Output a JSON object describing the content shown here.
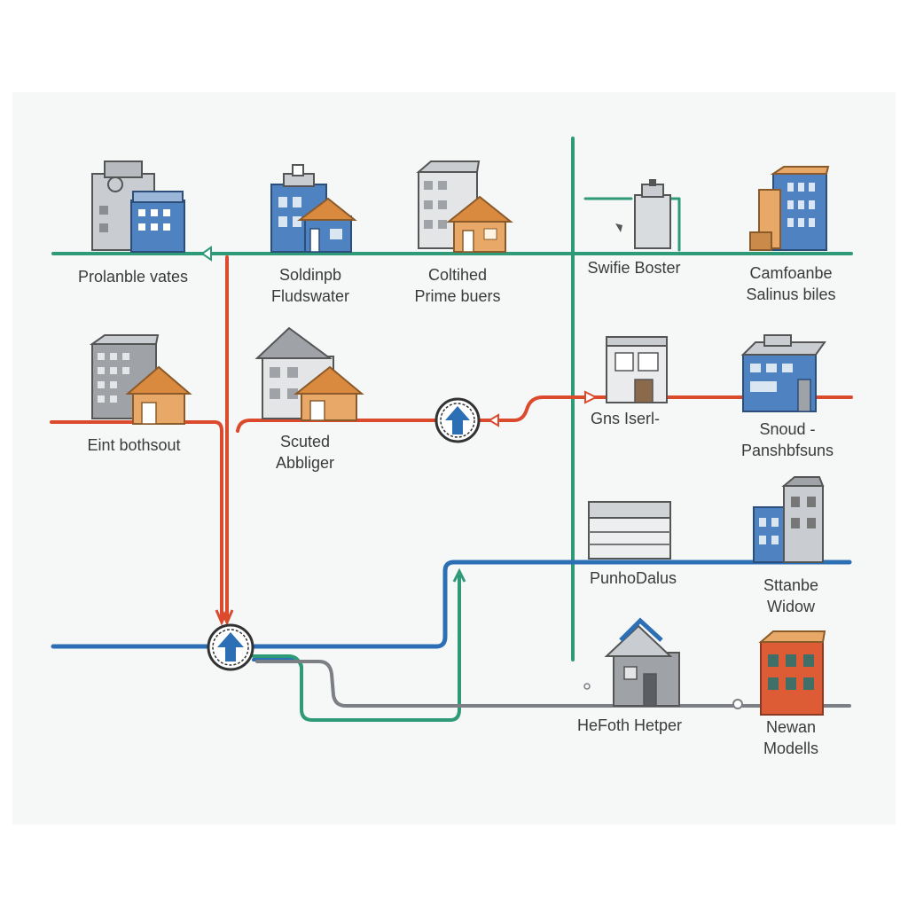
{
  "colors": {
    "green": "#2e9a78",
    "red": "#dc4a2d",
    "blue": "#2d6fb5",
    "gray": "#7c7f83",
    "building_gray": "#c9ccd0",
    "building_blue": "#4f82c1",
    "house_orange": "#e8a868",
    "roof_orange": "#d98a3f",
    "brick_red": "#dd5b35"
  },
  "nodes": [
    {
      "id": "n1",
      "lines": [
        "Prolanble vates"
      ],
      "icon": "office-with-blue-building-icon"
    },
    {
      "id": "n2",
      "lines": [
        "Soldinpb",
        "Fludswater"
      ],
      "icon": "blue-house-icon"
    },
    {
      "id": "n3",
      "lines": [
        "Coltihed",
        "Prime buers"
      ],
      "icon": "gray-building-with-house-icon"
    },
    {
      "id": "n4",
      "lines": [
        "Swifie Boster"
      ],
      "icon": "tank-station-icon"
    },
    {
      "id": "n5",
      "lines": [
        "Camfoanbe",
        "Salinus biles"
      ],
      "icon": "orange-blue-tower-icon"
    },
    {
      "id": "n6",
      "lines": [
        "Eint bothsout"
      ],
      "icon": "office-with-house-icon"
    },
    {
      "id": "n7",
      "lines": [
        "Scuted",
        "Abbliger"
      ],
      "icon": "gray-house-icon"
    },
    {
      "id": "n8",
      "lines": [
        "Gns Iserl-"
      ],
      "icon": "small-shop-icon"
    },
    {
      "id": "n9",
      "lines": [
        "Snoud -",
        "Panshbfsuns"
      ],
      "icon": "blue-office-icon"
    },
    {
      "id": "n10",
      "lines": [
        "PunhoDalus"
      ],
      "icon": "storefront-icon"
    },
    {
      "id": "n11",
      "lines": [
        "Sttanbe",
        "Widow"
      ],
      "icon": "blue-gray-office-icon"
    },
    {
      "id": "n12",
      "lines": [
        "HeFoth Hetper"
      ],
      "icon": "gray-house-with-blue-roof-icon"
    },
    {
      "id": "n13",
      "lines": [
        "Newan",
        "Modells"
      ],
      "icon": "red-brick-building-icon"
    }
  ],
  "junctions": [
    {
      "id": "j1",
      "icon": "blue-up-arrow-icon"
    },
    {
      "id": "j2",
      "icon": "blue-up-arrow-icon"
    }
  ]
}
